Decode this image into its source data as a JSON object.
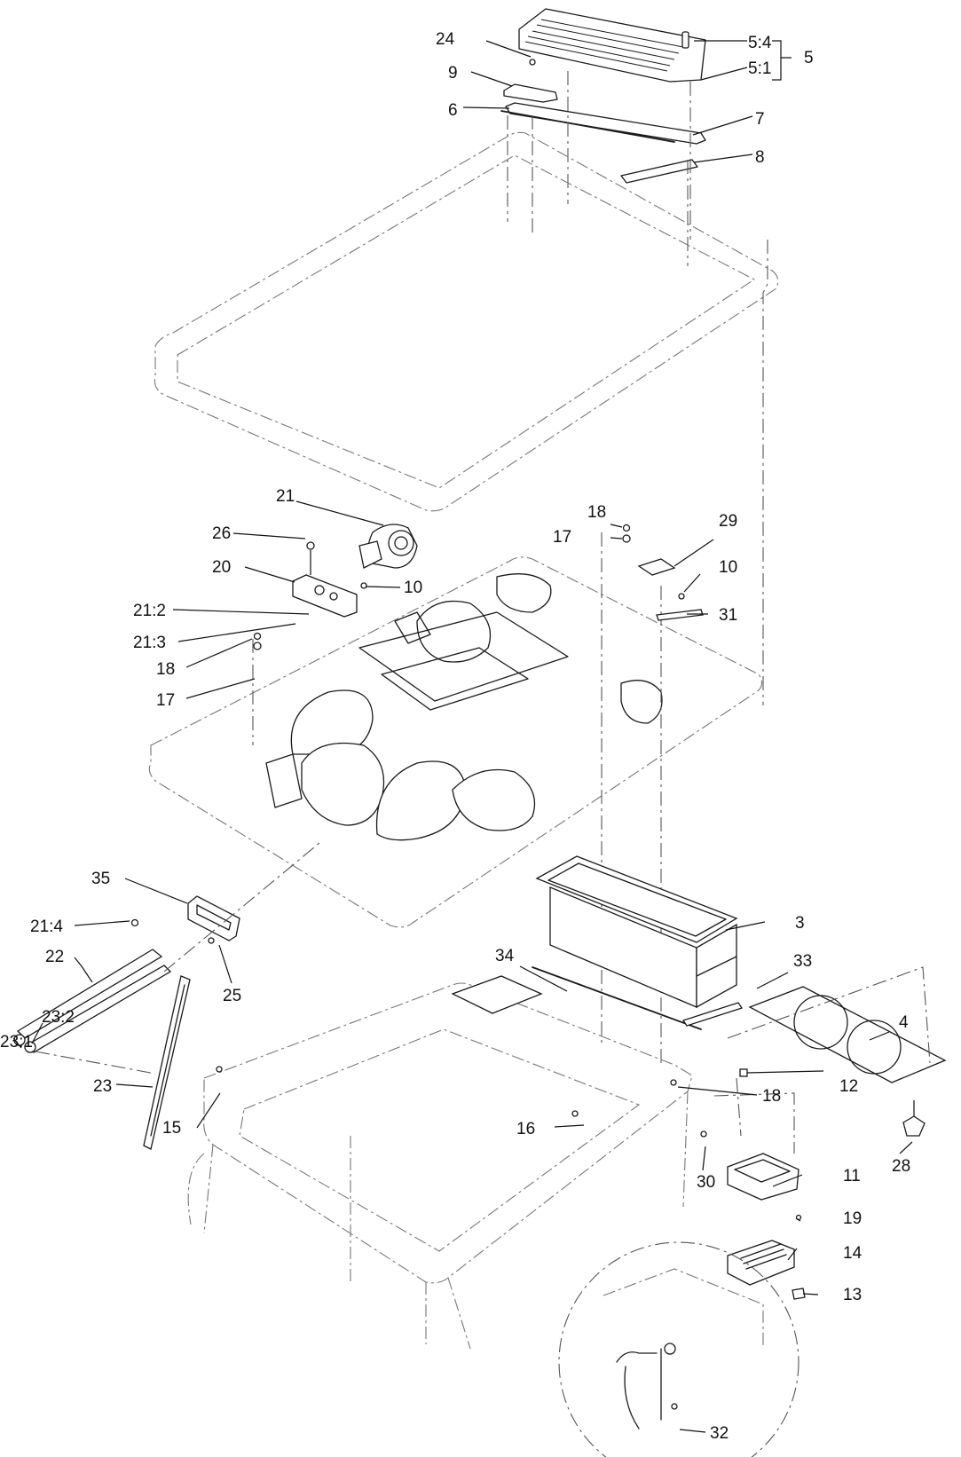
{
  "callouts": [
    {
      "id": "c-24",
      "text": "24"
    },
    {
      "id": "c-9",
      "text": "9"
    },
    {
      "id": "c-6",
      "text": "6"
    },
    {
      "id": "c-5-4",
      "text": "5:4"
    },
    {
      "id": "c-5-1",
      "text": "5:1"
    },
    {
      "id": "c-5",
      "text": "5"
    },
    {
      "id": "c-7",
      "text": "7"
    },
    {
      "id": "c-8",
      "text": "8"
    },
    {
      "id": "c-21",
      "text": "21"
    },
    {
      "id": "c-26",
      "text": "26"
    },
    {
      "id": "c-20",
      "text": "20"
    },
    {
      "id": "c-10a",
      "text": "10"
    },
    {
      "id": "c-21-2",
      "text": "21:2"
    },
    {
      "id": "c-21-3",
      "text": "21:3"
    },
    {
      "id": "c-18a",
      "text": "18"
    },
    {
      "id": "c-17a",
      "text": "17"
    },
    {
      "id": "c-18b",
      "text": "18"
    },
    {
      "id": "c-17b",
      "text": "17"
    },
    {
      "id": "c-29",
      "text": "29"
    },
    {
      "id": "c-10b",
      "text": "10"
    },
    {
      "id": "c-31",
      "text": "31"
    },
    {
      "id": "c-35",
      "text": "35"
    },
    {
      "id": "c-21-4",
      "text": "21:4"
    },
    {
      "id": "c-22",
      "text": "22"
    },
    {
      "id": "c-25",
      "text": "25"
    },
    {
      "id": "c-23-2",
      "text": "23:2"
    },
    {
      "id": "c-23-1",
      "text": "23:1"
    },
    {
      "id": "c-23",
      "text": "23"
    },
    {
      "id": "c-15",
      "text": "15"
    },
    {
      "id": "c-3",
      "text": "3"
    },
    {
      "id": "c-34",
      "text": "34"
    },
    {
      "id": "c-33",
      "text": "33"
    },
    {
      "id": "c-4",
      "text": "4"
    },
    {
      "id": "c-12",
      "text": "12"
    },
    {
      "id": "c-18c",
      "text": "18"
    },
    {
      "id": "c-16",
      "text": "16"
    },
    {
      "id": "c-28",
      "text": "28"
    },
    {
      "id": "c-11",
      "text": "11"
    },
    {
      "id": "c-30",
      "text": "30"
    },
    {
      "id": "c-19",
      "text": "19"
    },
    {
      "id": "c-14",
      "text": "14"
    },
    {
      "id": "c-13",
      "text": "13"
    },
    {
      "id": "c-32",
      "text": "32"
    }
  ]
}
